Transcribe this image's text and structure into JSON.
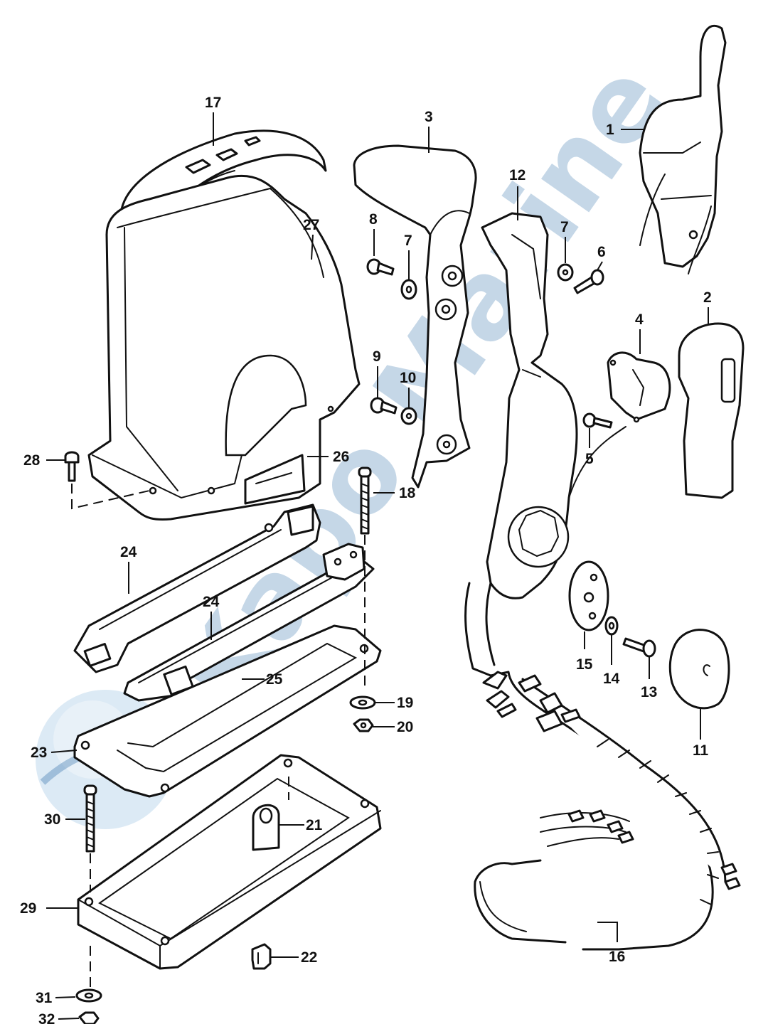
{
  "watermark": {
    "text": "Kapo Marine",
    "color": "#2f6ea8"
  },
  "parts": [
    {
      "no": "1"
    },
    {
      "no": "2"
    },
    {
      "no": "3"
    },
    {
      "no": "4"
    },
    {
      "no": "5"
    },
    {
      "no": "6"
    },
    {
      "no": "7"
    },
    {
      "no": "7"
    },
    {
      "no": "8"
    },
    {
      "no": "9"
    },
    {
      "no": "10"
    },
    {
      "no": "11"
    },
    {
      "no": "12"
    },
    {
      "no": "13"
    },
    {
      "no": "14"
    },
    {
      "no": "15"
    },
    {
      "no": "16"
    },
    {
      "no": "17"
    },
    {
      "no": "18"
    },
    {
      "no": "19"
    },
    {
      "no": "20"
    },
    {
      "no": "21"
    },
    {
      "no": "22"
    },
    {
      "no": "23"
    },
    {
      "no": "24"
    },
    {
      "no": "24"
    },
    {
      "no": "25"
    },
    {
      "no": "26"
    },
    {
      "no": "27"
    },
    {
      "no": "28"
    },
    {
      "no": "29"
    },
    {
      "no": "30"
    },
    {
      "no": "31"
    },
    {
      "no": "32"
    }
  ]
}
